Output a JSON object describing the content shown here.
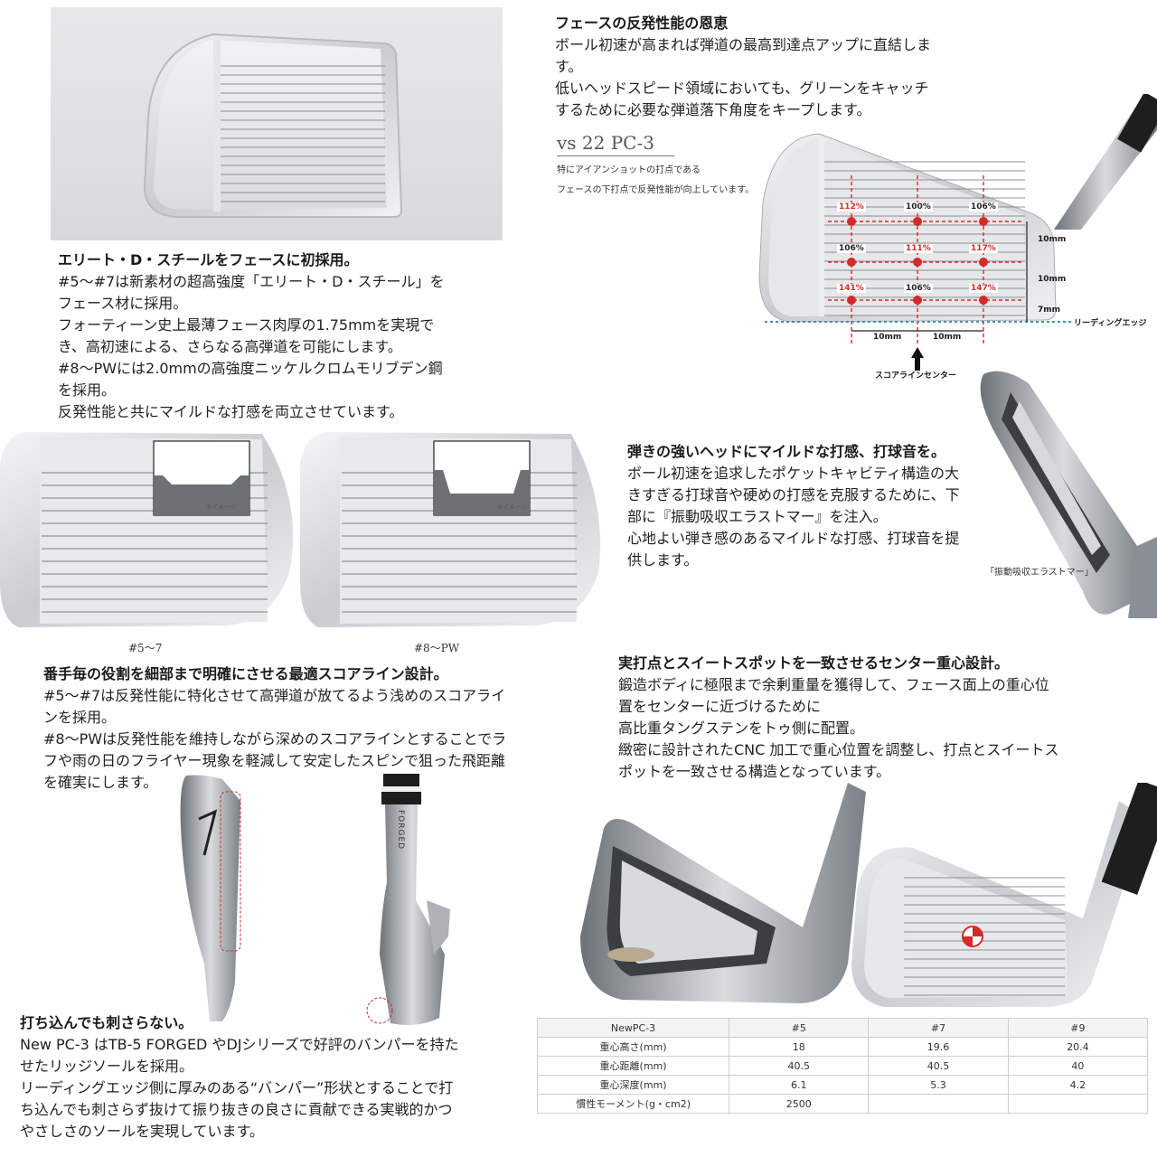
{
  "face_feature": {
    "title": "フェースの反発性能の恩恵",
    "lines": [
      "ボール初速が高まれば弾道の最高到達点アップに直結しま",
      "す。",
      "低いヘッドスピード領域においても、グリーンをキャッチ",
      "するために必要な弾道落下角度をキープします。"
    ]
  },
  "comparison": {
    "vs_label": "vs 22 PC-3",
    "note_lines": [
      "特にアイアンショットの打点である",
      "フェースの下打点で反発性能が向上しています。"
    ],
    "grid_values": [
      "112%",
      "100%",
      "106%",
      "106%",
      "111%",
      "117%",
      "141%",
      "106%",
      "147%"
    ],
    "dim_right": [
      "10mm",
      "10mm",
      "7mm"
    ],
    "dim_bottom": [
      "10mm",
      "10mm"
    ],
    "leading_edge": "リーディングエッジ",
    "score_center": "スコアラインセンター"
  },
  "elite_steel": {
    "title": "エリート・D・スチールをフェースに初採用。",
    "lines": [
      "#5～#7は新素材の超高強度「エリート・D・スチール」を",
      "フェース材に採用。",
      "フォーティーン史上最薄フェース肉厚の1.75mmを実現で",
      "き、高初速による、さらなる高弾道を可能にします。",
      "#8～PWには2.0mmの高強度ニッケルクロムモリブデン鋼",
      "を採用。",
      "反発性能と共にマイルドな打感を両立させています。"
    ]
  },
  "groove_images": {
    "left_caption": "#5～7",
    "right_caption": "#8～PW",
    "image_note": "※イメージ"
  },
  "mild_feel": {
    "title": "弾きの強いヘッドにマイルドな打感、打球音を。",
    "lines": [
      "ボール初速を追求したポケットキャビティ構造の大",
      "きすぎる打球音や硬めの打感を克服するために、下",
      "部に『振動吸収エラストマー』を注入。",
      "心地よい弾き感のあるマイルドな打感、打球音を提",
      "供します。"
    ],
    "elastomer_label": "「振動吸収エラストマー」"
  },
  "scoreline": {
    "title": "番手毎の役割を細部まで明確にさせる最適スコアライン設計。",
    "lines": [
      "#5～#7は反発性能に特化させて高弾道が放てるよう浅めのスコアライ",
      "ンを採用。",
      "#8～PWは反発性能を維持しながら深めのスコアラインとすることでラ",
      "フや雨の日のフライヤー現象を軽減して安定したスピンで狙った飛距離",
      "を確実にします。"
    ]
  },
  "center_gravity": {
    "title": "実打点とスイートスポットを一致させるセンター重心設計。",
    "lines": [
      "鍛造ボディに極限まで余剰重量を獲得して、フェース面上の重心位",
      "置をセンターに近づけるために",
      "高比重タングステンをトゥ側に配置。",
      "緻密に設計されたCNC 加工で重心位置を調整し、打点とスイートス",
      "ポットを一致させる構造となっています。"
    ]
  },
  "sole": {
    "title": "打ち込んでも刺さらない。",
    "lines": [
      "New PC-3 はTB-5 FORGED やDJシリーズで好評のバンパーを持た",
      "せたリッジソールを採用。",
      "リーディングエッジ側に厚みのある“バンパー”形状とすることで打",
      "ち込んでも刺さらず抜けて振り抜きの良さに貢献できる実戦的かつ",
      "やさしさのソールを実現しています。"
    ],
    "shaft_brand": "FORGED",
    "club_number": "7"
  },
  "spec_table": {
    "header": [
      "NewPC-3",
      "#5",
      "#7",
      "#9"
    ],
    "rows": [
      [
        "重心高さ(mm)",
        "18",
        "19.6",
        "20.4"
      ],
      [
        "重心距離(mm)",
        "40.5",
        "40.5",
        "40"
      ],
      [
        "重心深度(mm)",
        "6.1",
        "5.3",
        "4.2"
      ],
      [
        "慣性モーメント(g・cm2)",
        "2500",
        "",
        ""
      ]
    ]
  },
  "colors": {
    "red": "#d42a2a",
    "dotted_blue": "#3a8fc8",
    "steel_light": "#e9ebed",
    "steel_dark": "#8a8f95"
  }
}
